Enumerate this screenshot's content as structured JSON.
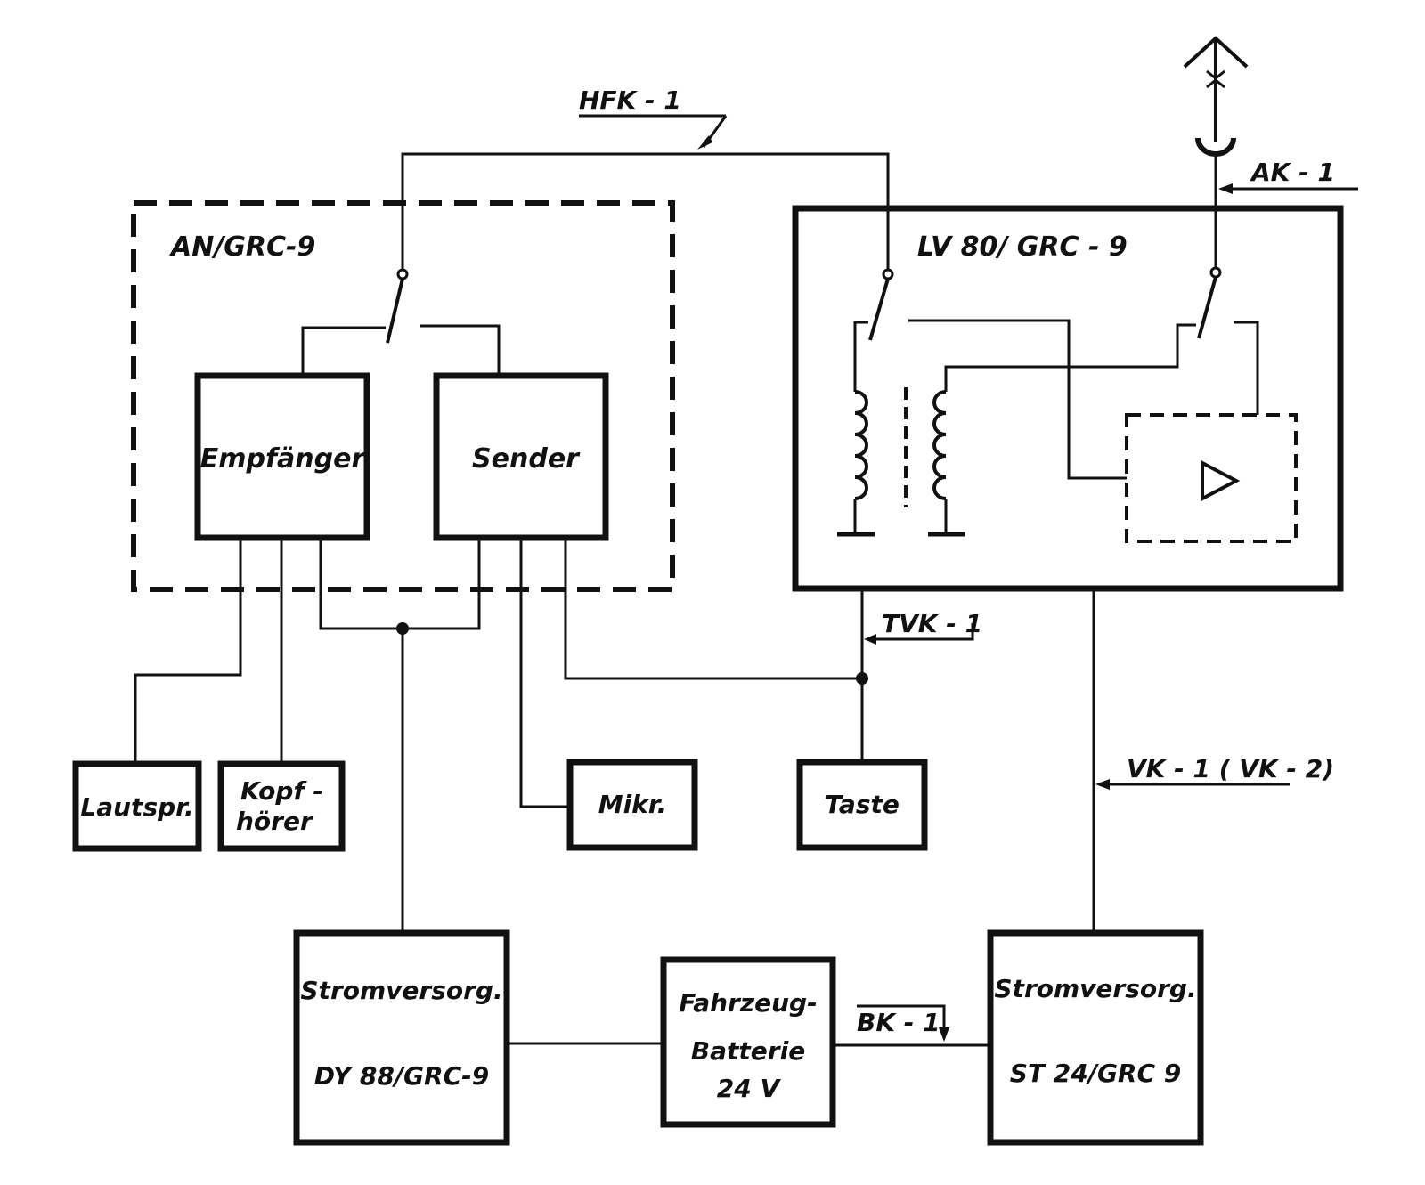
{
  "units": {
    "an_grc9": {
      "label": "AN/GRC-9"
    },
    "empfaenger": {
      "label": "Empfänger"
    },
    "sender": {
      "label": "Sender"
    },
    "lv80": {
      "label": "LV  80/ GRC - 9"
    },
    "lautsprecher": {
      "label": "Lautspr."
    },
    "kopfhoerer": {
      "line1": "Kopf -",
      "line2": "hörer"
    },
    "mikrofon": {
      "label": "Mikr."
    },
    "taste": {
      "label": "Taste"
    },
    "stromversorgung_dy88": {
      "line1": "Stromversorg.",
      "line2": "DY 88/GRC-9"
    },
    "fahrzeugbatterie": {
      "line1": "Fahrzeug-",
      "line2": "Batterie",
      "line3": "24 V"
    },
    "stromversorgung_st24": {
      "line1": "Stromversorg.",
      "line2": "ST 24/GRC 9"
    }
  },
  "cables": {
    "hfk1": "HFK - 1",
    "ak1": "AK - 1",
    "tvk1": "TVK - 1",
    "vk1": "VK - 1  ( VK - 2)",
    "bk1": "BK - 1"
  },
  "icons": {
    "antenna": "antenna-icon",
    "amplifier": "amplifier-triangle-icon",
    "switch": "switch-icon",
    "coil": "coil-icon",
    "ground": "ground-icon"
  },
  "colors": {
    "ink": "#111111",
    "paper": "#ffffff"
  }
}
